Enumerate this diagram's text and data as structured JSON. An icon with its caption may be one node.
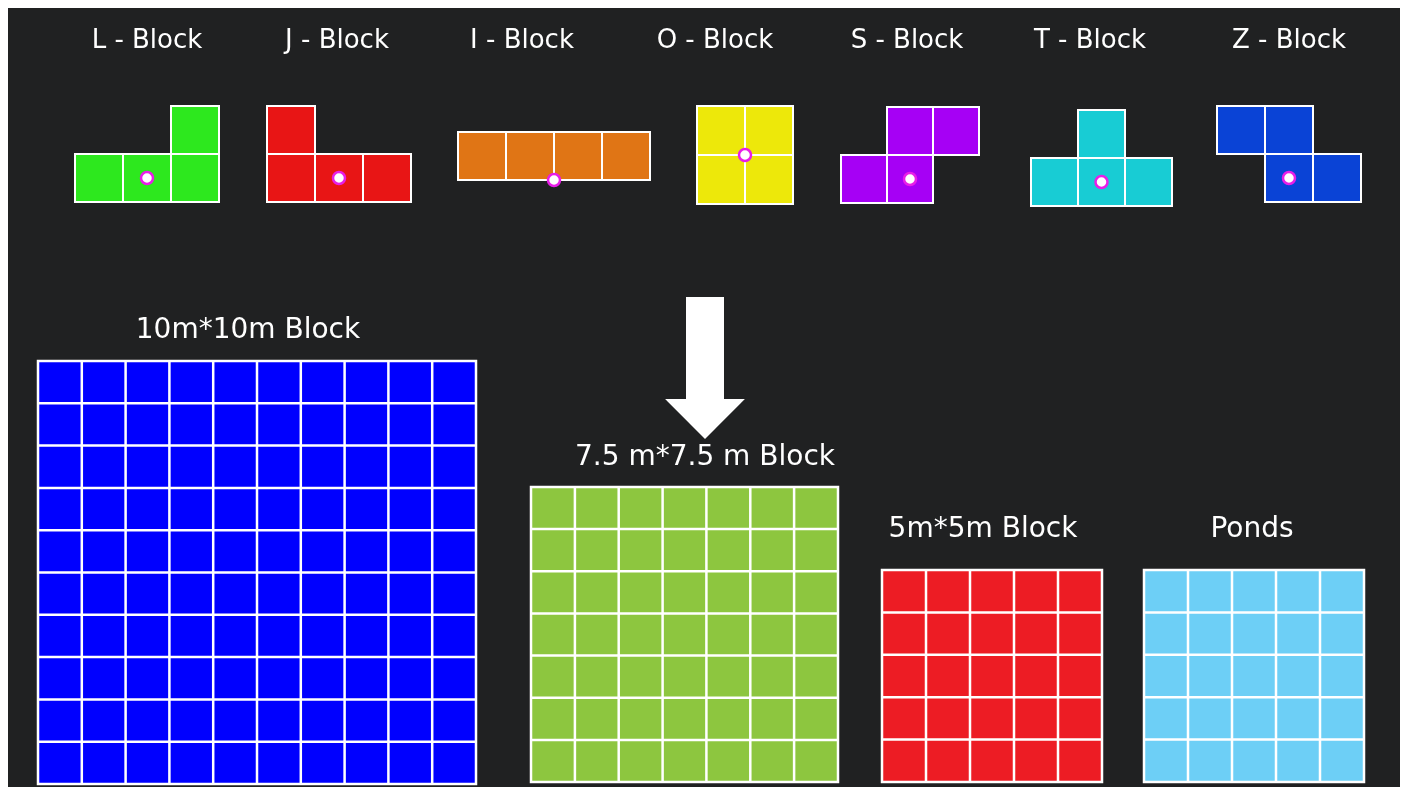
{
  "diagram": {
    "nodes": [
      {
        "text": [
          "L - Block"
        ]
      },
      {
        "text": [
          "J - Block"
        ]
      },
      {
        "text": [
          "I - Block"
        ]
      },
      {
        "text": [
          "O - Block"
        ]
      },
      {
        "text": [
          "S - Block"
        ]
      },
      {
        "text": [
          "T - Block"
        ]
      },
      {
        "text": [
          "Z - Block"
        ]
      },
      {
        "text": [
          "10m*10m Block"
        ]
      },
      {
        "text": [
          "7.5 m*7.5 m Block"
        ]
      },
      {
        "text": [
          "5m*5m Block"
        ]
      },
      {
        "text": [
          "Ponds"
        ]
      }
    ],
    "edges": [
      {
        "from": null,
        "to": 8,
        "arrow": "to"
      }
    ]
  }
}
